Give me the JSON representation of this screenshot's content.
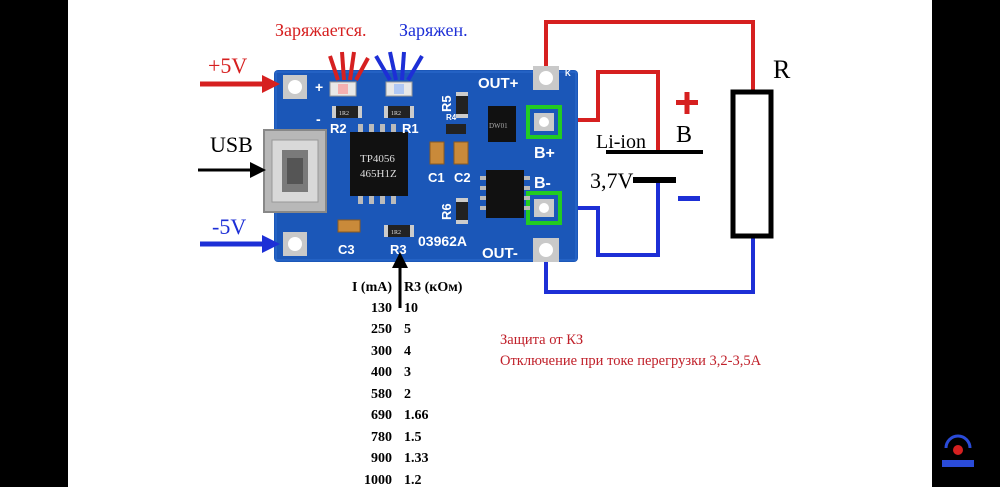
{
  "labels": {
    "charging": "Заряжается.",
    "charged": "Заряжен.",
    "plus5v": "+5V",
    "minus5v": "-5V",
    "usb": "USB",
    "r_label": "R",
    "li_ion": "Li-ion",
    "voltage": "3,7V",
    "b_label": "B"
  },
  "pcb": {
    "out_plus": "OUT+",
    "out_minus": "OUT-",
    "b_plus": "B+",
    "b_minus": "B-",
    "model": "03962A",
    "chip_top": "TP4056",
    "chip_bottom": "465H1Z",
    "r1": "R1",
    "r2": "R2",
    "r3": "R3",
    "r4": "R4",
    "r5": "R5",
    "r6": "R6",
    "c1": "C1",
    "c2": "C2",
    "c3": "C3",
    "res_r1": "1R2",
    "res_r2": "1R2",
    "res_r3": "1R2",
    "res_r4": "1R2",
    "fs_chip": "DW01",
    "k_mark": "K"
  },
  "table": {
    "header": [
      "I (mA)",
      "R3 (кОм)"
    ],
    "rows": [
      [
        "130",
        "10"
      ],
      [
        "250",
        "5"
      ],
      [
        "300",
        "4"
      ],
      [
        "400",
        "3"
      ],
      [
        "580",
        "2"
      ],
      [
        "690",
        "1.66"
      ],
      [
        "780",
        "1.5"
      ],
      [
        "900",
        "1.33"
      ],
      [
        "1000",
        "1.2"
      ]
    ]
  },
  "notes": {
    "line1": "Защита от КЗ",
    "line2": "Отключение при токе перегрузки 3,2-3,5А"
  },
  "colors": {
    "pcb": "#1b57b8",
    "red_wire": "#d62020",
    "blue_wire": "#1d2fd6",
    "highlight": "#22cc22"
  }
}
